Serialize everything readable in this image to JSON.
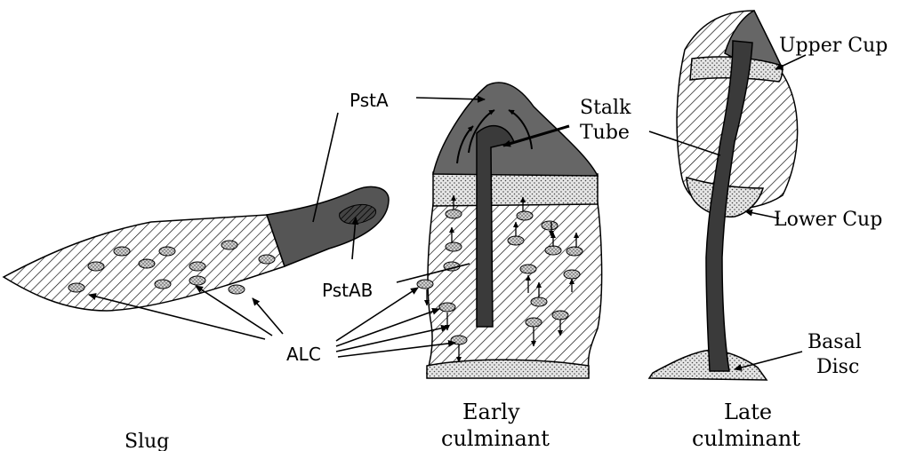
{
  "stages": {
    "slug": "Slug",
    "early_line1": "Early",
    "early_line2": "culminant",
    "late_line1": "Late",
    "late_line2": "culminant"
  },
  "labels": {
    "psta": "PstA",
    "pstab": "PstAB",
    "alc": "ALC",
    "stalk": "Stalk",
    "tube": "Tube",
    "upper_cup": "Upper Cup",
    "lower_cup": "Lower Cup",
    "basal": "Basal",
    "disc": "Disc"
  }
}
